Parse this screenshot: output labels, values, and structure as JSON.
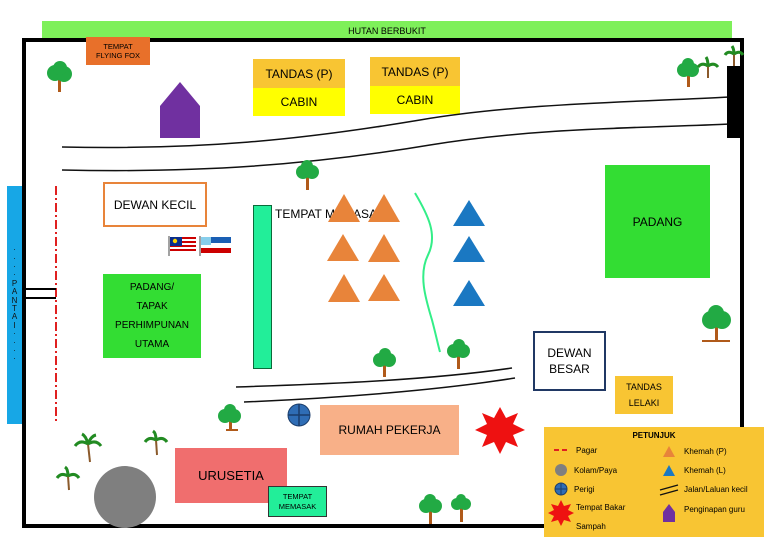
{
  "map": {
    "top_label": "HUTAN BERBUKIT",
    "flying_fox": [
      "TEMPAT",
      "FLYING FOX"
    ],
    "toilet_p": "TANDAS (P)",
    "cabin": "CABIN",
    "dewan_kecil": "DEWAN KECIL",
    "padang_utama": [
      "PADANG/",
      "TAPAK",
      "PERHIMPUNAN",
      "UTAMA"
    ],
    "tempat_memasak": "TEMPAT MEMASAK",
    "padang": "PADANG",
    "dewan_besar": [
      "DEWAN",
      "BESAR"
    ],
    "tandas_lelaki": [
      "TANDAS",
      "LELAKI"
    ],
    "rumah_pekerja": "RUMAH PEKERJA",
    "urusetia": "URUSETIA",
    "tempat_memasak_small": [
      "TEMPAT",
      "MEMASAK"
    ],
    "pantai": [
      "·",
      "·",
      "·",
      "·",
      "P",
      "A",
      "N",
      "T",
      "A",
      "I",
      "·",
      "·",
      "·",
      "·"
    ]
  },
  "legend": {
    "title": "PETUNJUK",
    "items": {
      "pagar": "Pagar",
      "kolam": "Kolam/Paya",
      "perigi": "Perigi",
      "tempat_bakar": [
        "Tempat Bakar",
        "Sampah"
      ],
      "khemah_p": "Khemah (P)",
      "khemah_l": "Khemah (L)",
      "jalan": "Jalan/Laluan kecil",
      "penginapan": "Penginapan guru"
    }
  },
  "colors": {
    "green_zone": "#33dd33",
    "orange_label": "#e8702a",
    "yellow": "#ffff00",
    "toilet_header": "#f8c533",
    "purple": "#7030a0",
    "pink_building": "#f8b088",
    "red_building": "#f06e6e",
    "teal": "#22ee99",
    "tent_p": "#e8843a",
    "tent_l": "#1a78c2",
    "blue_border": "#203864",
    "orange_border": "#e8843a"
  }
}
